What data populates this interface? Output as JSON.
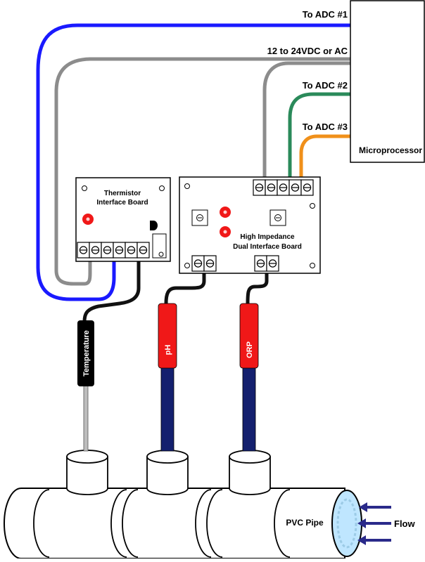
{
  "microprocessor": {
    "label": "Microprocessor",
    "outputs": {
      "adc1": "To ADC #1",
      "power": "12 to 24VDC or AC",
      "adc2": "To ADC #2",
      "adc3": "To ADC #3"
    }
  },
  "thermistor_board": {
    "title_line1": "Thermistor",
    "title_line2": "Interface Board",
    "terminal_count": 6
  },
  "dual_board": {
    "title_line1": "High Impedance",
    "title_line2": "Dual Interface Board",
    "top_terminal_count": 5
  },
  "probes": {
    "temperature": "Temperature",
    "ph": "pH",
    "orp": "ORP"
  },
  "pipe": {
    "label": "PVC Pipe",
    "flow_label": "Flow"
  },
  "colors": {
    "adc1_wire": "#1a1aff",
    "power_wire": "#8c8c8c",
    "adc2_wire": "#2a8a5a",
    "adc3_wire": "#f0901a",
    "probe_red": "#f01818",
    "probe_navy": "#14206e",
    "flow_arrow": "#2a2a8a",
    "water": "#bfe6ff"
  }
}
